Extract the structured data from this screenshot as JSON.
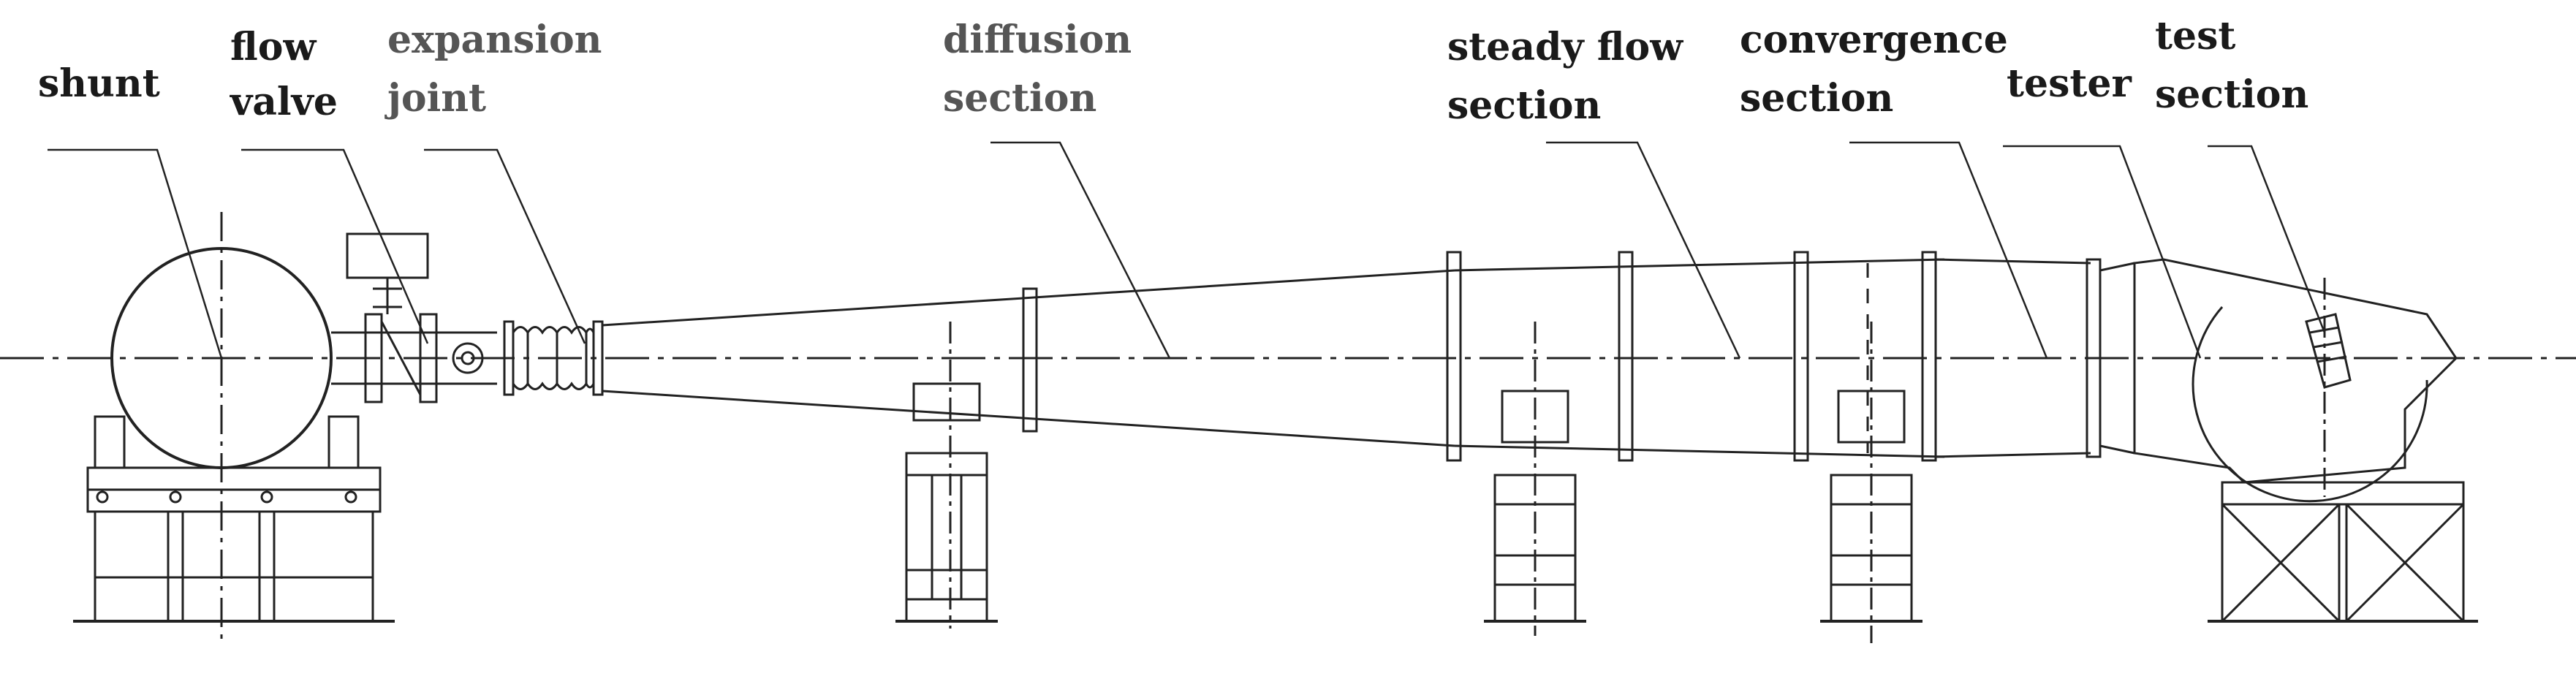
{
  "labels": {
    "shunt": "shunt",
    "flow_valve_l1": "flow",
    "flow_valve_l2": "valve",
    "expansion_joint_l1": "expansion",
    "expansion_joint_l2": "joint",
    "diffusion_section_l1": "diffusion",
    "diffusion_section_l2": "section",
    "steady_flow_section_l1": "steady flow",
    "steady_flow_section_l2": "section",
    "convergence_section_l1": "convergence",
    "convergence_section_l2": "section",
    "tester": "tester",
    "test_section_l1": "test",
    "test_section_l2": "section"
  },
  "colors": {
    "line": "#222222",
    "label_dark": "#1a1a1a",
    "label_grey": "#555555"
  }
}
